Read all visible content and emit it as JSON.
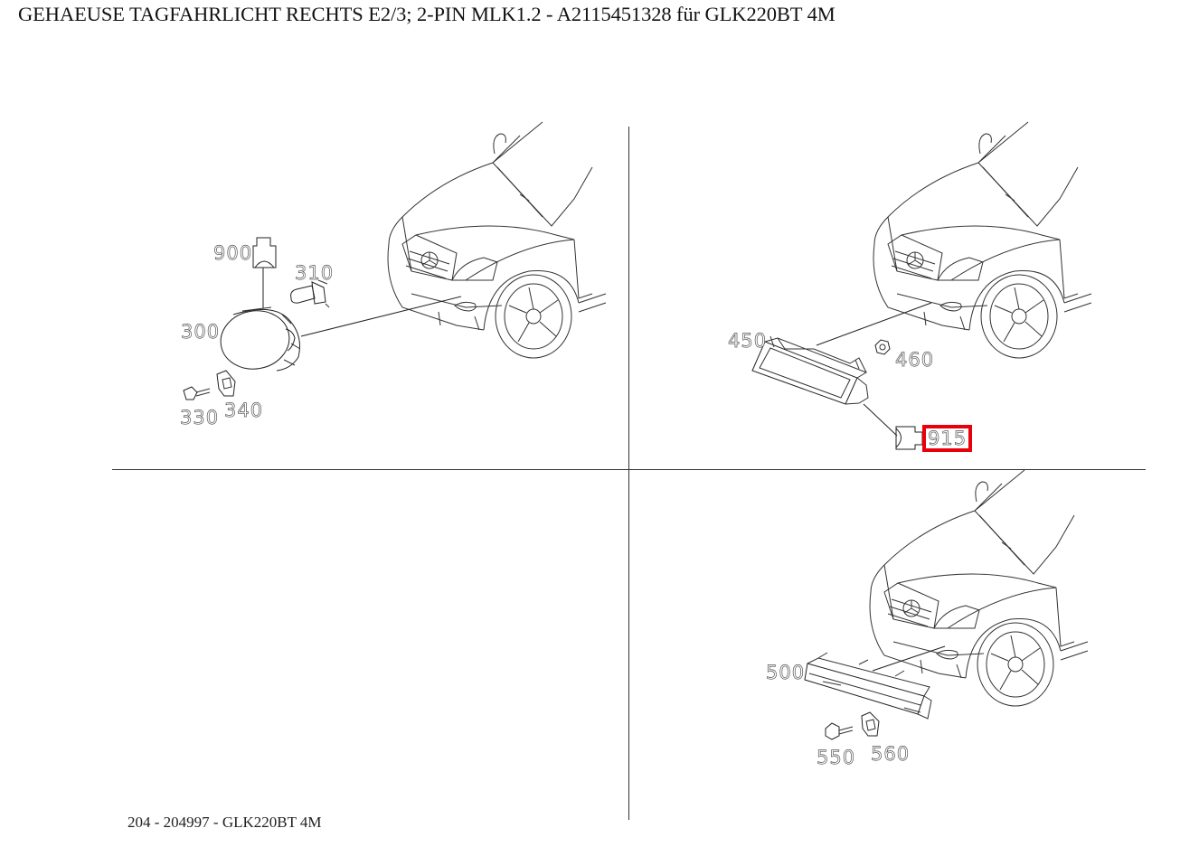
{
  "title": "GEHAEUSE TAGFAHRLICHT RECHTS E2/3; 2-PIN MLK1.2 - A2115451328 für GLK220BT 4M",
  "footer": "204 - 204997 - GLK220BT 4M",
  "highlight_color": "#e8000b",
  "quadrants": {
    "top_left": {
      "description": "Fog lamp assembly",
      "callouts": [
        {
          "id": "900",
          "label": "900"
        },
        {
          "id": "310",
          "label": "310"
        },
        {
          "id": "300",
          "label": "300"
        },
        {
          "id": "330",
          "label": "330"
        },
        {
          "id": "340",
          "label": "340"
        }
      ]
    },
    "top_right": {
      "description": "Daytime running light housing right",
      "callouts": [
        {
          "id": "450",
          "label": "450"
        },
        {
          "id": "460",
          "label": "460"
        },
        {
          "id": "915",
          "label": "915",
          "highlighted": true
        }
      ]
    },
    "bottom_left": {
      "description": "Empty",
      "callouts": []
    },
    "bottom_right": {
      "description": "Daytime running light strip",
      "callouts": [
        {
          "id": "500",
          "label": "500"
        },
        {
          "id": "550",
          "label": "550"
        },
        {
          "id": "560",
          "label": "560"
        }
      ]
    }
  }
}
